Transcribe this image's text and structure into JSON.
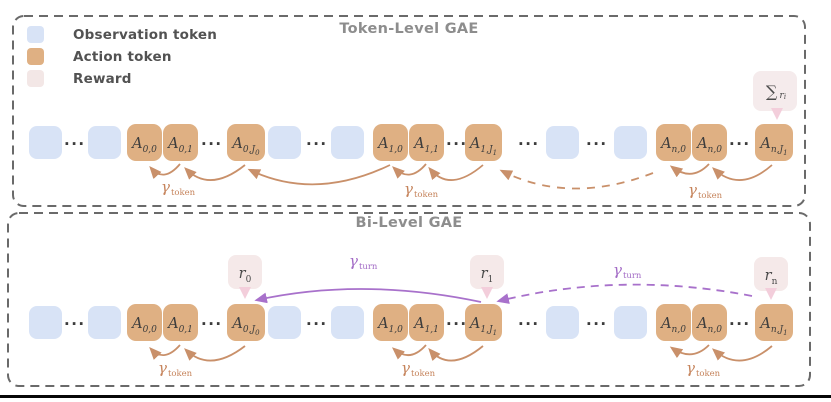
{
  "panels": {
    "top": {
      "title": "Token-Level GAE"
    },
    "bottom": {
      "title": "Bi-Level GAE"
    }
  },
  "legend": {
    "items": [
      {
        "label": "Observation token",
        "color": "#d8e3f6"
      },
      {
        "label": "Action token",
        "color": "#dfb083"
      },
      {
        "label": "Reward",
        "color": "#f3e7e6"
      }
    ]
  },
  "glyphs": {
    "dots": "..."
  },
  "labels": {
    "gamma_token": {
      "symbol": "γ",
      "sub": "token"
    },
    "gamma_turn": {
      "symbol": "γ",
      "sub": "turn"
    }
  },
  "action_tokens": {
    "a00": {
      "base": "A",
      "sub": "0,0"
    },
    "a01": {
      "base": "A",
      "sub": "0,1"
    },
    "a0J": {
      "base": "A",
      "sub": "0,J",
      "subsub": "0"
    },
    "a10": {
      "base": "A",
      "sub": "1,0"
    },
    "a11": {
      "base": "A",
      "sub": "1,1"
    },
    "a1J": {
      "base": "A",
      "sub": "1,J",
      "subsub": "1"
    },
    "an0": {
      "base": "A",
      "sub": "n,0"
    },
    "an0b": {
      "base": "A",
      "sub": "n,0"
    },
    "anJ": {
      "base": "A",
      "sub": "n,J",
      "subsub": "1"
    }
  },
  "rewards": {
    "sum": {
      "symbol": "∑",
      "sub_base": "r",
      "sub_sub": "i"
    },
    "r0": {
      "base": "r",
      "sub": "0"
    },
    "r1": {
      "base": "r",
      "sub": "1"
    },
    "rn": {
      "base": "r",
      "sub": "n"
    }
  },
  "colors": {
    "observation": "#d8e3f6",
    "action": "#dfb083",
    "reward": "#f5e9e9",
    "orange_arrow": "#c9906a",
    "purple_arrow": "#a871cb",
    "pink_arrow": "#f3cedb",
    "panel_border": "#6a6a6a",
    "title_text": "#8d8d8d"
  }
}
